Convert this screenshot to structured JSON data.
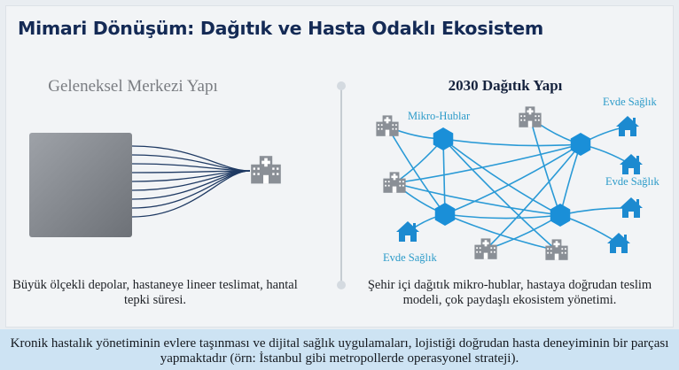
{
  "title": "Mimari Dönüşüm: Dağıtık ve Hasta Odaklı Ekosistem",
  "left": {
    "heading": "Geleneksel Merkezi Yapı",
    "caption": "Büyük ölçekli depolar, hastaneye lineer teslimat, hantal tepki süresi.",
    "icons": [
      "warehouse-block",
      "hospital-icon"
    ]
  },
  "right": {
    "heading": "2030 Dağıtık Yapı",
    "hub_label": "Mikro-Hublar",
    "home_labels": [
      "Evde Sağlık",
      "Evde Sağlık",
      "Evde Sağlık"
    ],
    "caption": "Şehir içi dağıtık mikro-hublar, hastaya doğrudan teslim modeli, çok paydaşlı ekosistem yönetimi."
  },
  "footer": "Kronik hastalık yönetiminin evlere taşınması ve dijital sağlık uygulamaları, lojistiği doğrudan hasta deneyiminin bir parçası yapmaktadır (örn: İstanbul gibi metropollerde operasyonel strateji).",
  "colors": {
    "title": "#142a55",
    "network": "#2a9ad6",
    "hub": "#1a8fd8",
    "home": "#1c8ad0",
    "hospital": "#8a8f96",
    "band": "#cde3f3"
  }
}
